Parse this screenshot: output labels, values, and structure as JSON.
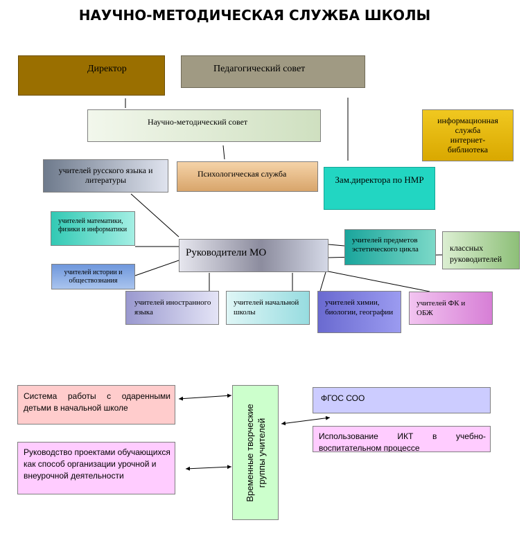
{
  "title": "НАУЧНО-МЕТОДИЧЕСКАЯ СЛУЖБА ШКОЛЫ",
  "nodes": {
    "director": "Директор",
    "pedsovet": "Педагогический совет",
    "nms": "Научно-методический совет",
    "info_line1": "информационная служба",
    "info_line2": "интернет-библиотека",
    "russian": "учителей русского языка и литературы",
    "psych": "Психологическая служба",
    "zam": "Зам.директора по НМР",
    "math": "учителей математики, физики и информатики",
    "heads": "Руководители МО",
    "aesthetic": "учителей предметов эстетического цикла",
    "class_heads": "классных руководителей",
    "history": "учителей истории и обществознания",
    "foreign": "учителей иностранного языка",
    "primary": "учителей начальной школы",
    "chem": "учителей химии, биологии, географии",
    "pe": "учителей ФК и ОБЖ",
    "gifted": "Система работы с одаренными детьми в начальной школе",
    "projects": "Руководство проектами обучающихся как способ организации урочной и внеурочной деятельности",
    "groups_line1": "Временные творческие",
    "groups_line2": "группы учителей",
    "fgos": "ФГОС СОО",
    "ikt": "Использование ИКТ в учебно-воспитательном процессе"
  },
  "colors": {
    "director": "#9a6f00",
    "pedsovet": "#a09a83",
    "info": "#e6b800",
    "zam": "#22d6c2",
    "groups": "#ccffcc",
    "gifted": "#ffcccc",
    "projects": "#ffccff",
    "fgos": "#ccccff",
    "ikt": "#ffccff"
  }
}
